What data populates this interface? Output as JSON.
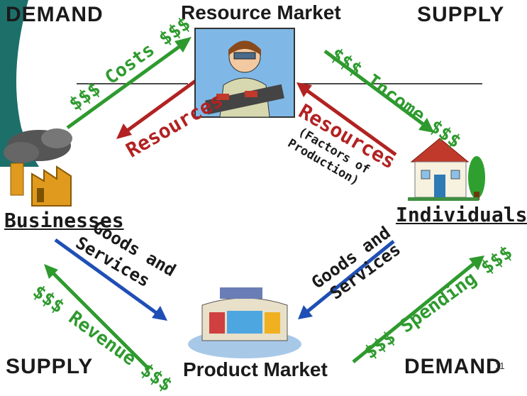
{
  "corners": {
    "top_left": "DEMAND",
    "top_right": "SUPPLY",
    "bottom_left": "SUPPLY",
    "bottom_right": "DEMAND"
  },
  "markets": {
    "resource": "Resource Market",
    "product": "Product Market"
  },
  "actors": {
    "businesses": "Businesses",
    "individuals": "Individuals"
  },
  "flows": {
    "costs_dollars": "$$$",
    "costs_word": "Costs",
    "costs_dollars_end": "$$$",
    "resources_left": "Resources",
    "income_dollars": "$$$",
    "income_word": "Income",
    "income_dollars_end": "$$$",
    "resources_right": "Resources",
    "factors": "(Factors of",
    "production": "Production)",
    "gs_left_1": "Goods and",
    "gs_left_2": "Services",
    "revenue_dollars": "$$$",
    "revenue_word": "Revenue",
    "revenue_dollars_end": "$$$",
    "gs_right_1": "Goods and",
    "gs_right_2": "Services",
    "spending_dollars": "$$$",
    "spending_word": "Spending",
    "spending_dollars_end": "$$$"
  },
  "page_number": "11",
  "colors": {
    "green": "#2e9a2e",
    "red": "#b22222",
    "blue": "#1f4fb5"
  }
}
